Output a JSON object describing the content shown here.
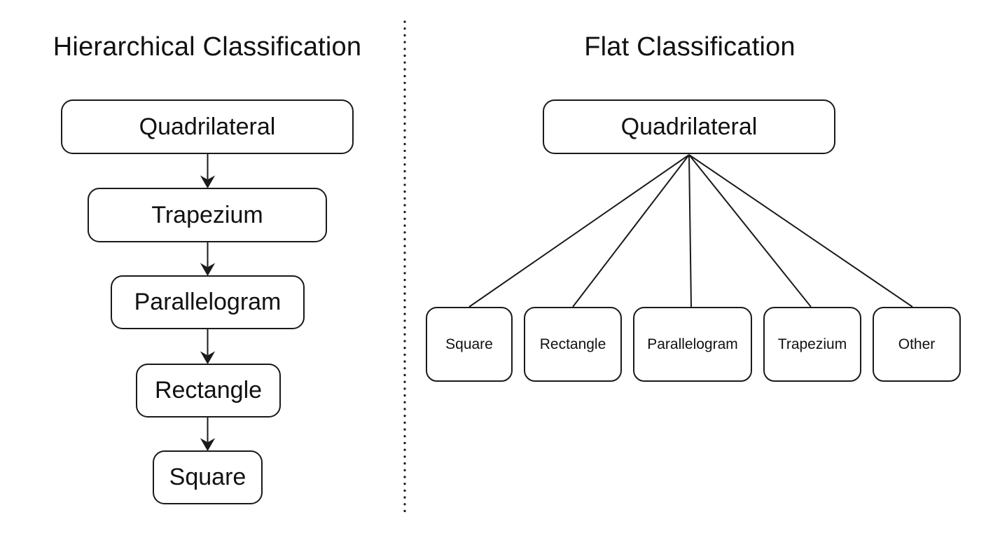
{
  "left": {
    "title": "Hierarchical Classification",
    "nodes": [
      {
        "label": "Quadrilateral"
      },
      {
        "label": "Trapezium"
      },
      {
        "label": "Parallelogram"
      },
      {
        "label": "Rectangle"
      },
      {
        "label": "Square"
      }
    ],
    "edges": [
      {
        "from": "Quadrilateral",
        "to": "Trapezium",
        "style": "arrow-down"
      },
      {
        "from": "Trapezium",
        "to": "Parallelogram",
        "style": "arrow-down"
      },
      {
        "from": "Parallelogram",
        "to": "Rectangle",
        "style": "arrow-down"
      },
      {
        "from": "Rectangle",
        "to": "Square",
        "style": "arrow-down"
      }
    ]
  },
  "right": {
    "title": "Flat Classification",
    "root": {
      "label": "Quadrilateral"
    },
    "children": [
      {
        "label": "Square"
      },
      {
        "label": "Rectangle"
      },
      {
        "label": "Parallelogram"
      },
      {
        "label": "Trapezium"
      },
      {
        "label": "Other"
      }
    ],
    "edges": [
      {
        "from": "Quadrilateral",
        "to": "Square",
        "style": "plain-line"
      },
      {
        "from": "Quadrilateral",
        "to": "Rectangle",
        "style": "plain-line"
      },
      {
        "from": "Quadrilateral",
        "to": "Parallelogram",
        "style": "plain-line"
      },
      {
        "from": "Quadrilateral",
        "to": "Trapezium",
        "style": "plain-line"
      },
      {
        "from": "Quadrilateral",
        "to": "Other",
        "style": "plain-line"
      }
    ]
  },
  "divider": {
    "style": "vertical-dotted-line"
  },
  "colors": {
    "background": "#ffffff",
    "line": "#1a1a1a",
    "text": "#111111",
    "node_fill": "#ffffff"
  }
}
